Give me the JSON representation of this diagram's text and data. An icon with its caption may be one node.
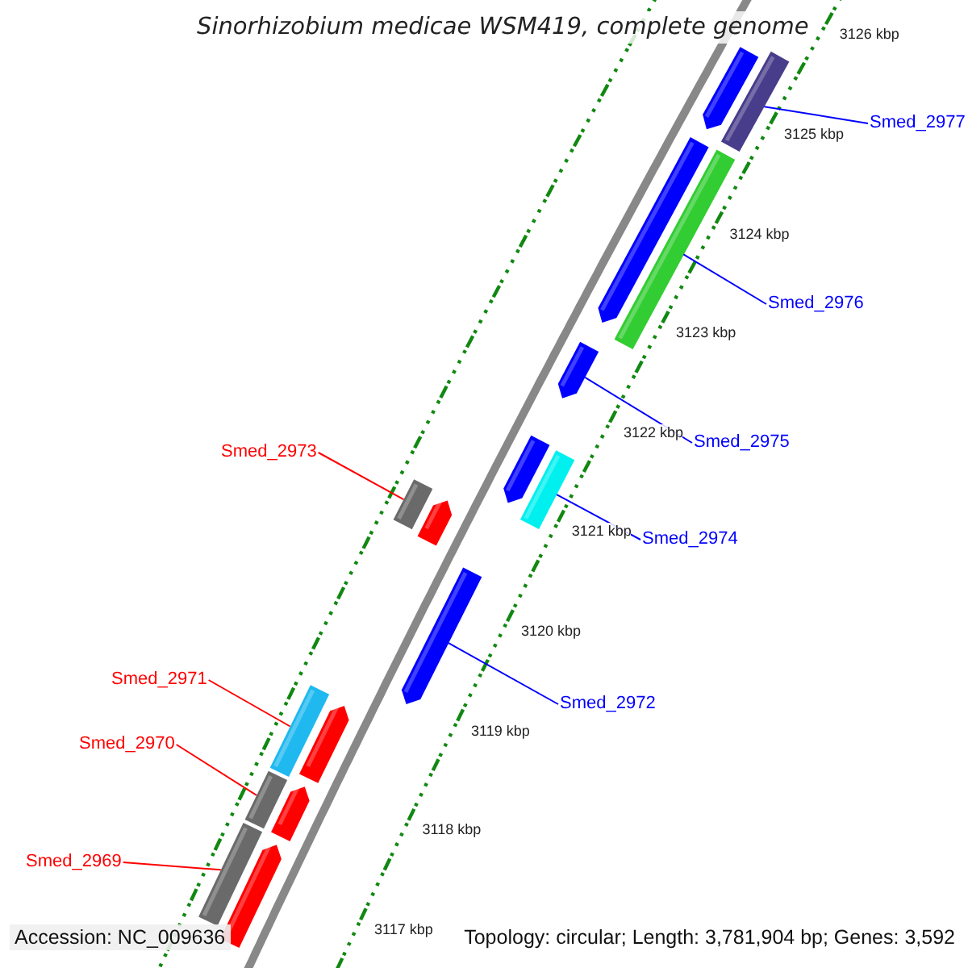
{
  "diagram": {
    "title": "Sinorhizobium medicae WSM419, complete genome",
    "nodes": [
      {
        "text": [
          "Smed_2977"
        ]
      },
      {
        "text": [
          "Smed_2976"
        ]
      },
      {
        "text": [
          "Smed_2975"
        ]
      },
      {
        "text": [
          "Smed_2973"
        ]
      },
      {
        "text": [
          "Smed_2974"
        ]
      },
      {
        "text": [
          "Smed_2971"
        ]
      },
      {
        "text": [
          "Smed_2972"
        ]
      },
      {
        "text": [
          "Smed_2970"
        ]
      },
      {
        "text": [
          "Smed_2969"
        ]
      },
      {
        "text": [],
        "shape": "bar"
      },
      {
        "text": [],
        "shape": "bar"
      },
      {
        "text": [],
        "shape": "bar"
      },
      {
        "text": [],
        "shape": "bar"
      },
      {
        "text": [],
        "shape": "bar"
      },
      {
        "text": [],
        "shape": "bar"
      },
      {
        "text": [],
        "shape": "bar"
      },
      {
        "text": [],
        "shape": "bar"
      },
      {
        "text": [],
        "shape": "bar"
      },
      {
        "text": [],
        "shape": "bar"
      },
      {
        "text": [],
        "shape": "bar"
      },
      {
        "text": [],
        "shape": "bar"
      },
      {
        "text": [],
        "shape": "bar"
      },
      {
        "text": [],
        "shape": "bar"
      },
      {
        "text": [],
        "shape": "bar"
      },
      {
        "text": [],
        "shape": "bar"
      }
    ],
    "edges": [
      {
        "from": 0,
        "to": 10,
        "arrow": "none"
      },
      {
        "from": 1,
        "to": 11,
        "arrow": "none"
      },
      {
        "from": 2,
        "to": 13,
        "arrow": "none"
      },
      {
        "from": 3,
        "to": 16,
        "arrow": "none",
        "color": "#ff0000"
      },
      {
        "from": 4,
        "to": 15,
        "arrow": "none"
      },
      {
        "from": 5,
        "to": 19,
        "arrow": "none",
        "color": "#ff0000"
      },
      {
        "from": 6,
        "to": 18,
        "arrow": "none"
      },
      {
        "from": 7,
        "to": 22,
        "arrow": "none",
        "color": "#ff0000"
      },
      {
        "from": 8,
        "to": 23,
        "arrow": "none",
        "color": "#ff0000"
      }
    ],
    "labels": [
      "3126 kbp",
      "3125 kbp",
      "3124 kbp",
      "3123 kbp",
      "3122 kbp",
      "3121 kbp",
      "3120 kbp",
      "3119 kbp",
      "3118 kbp",
      "3117 kbp",
      "Accession: NC_009636",
      "Topology: circular; Length: 3,781,904 bp; Genes: 3,592"
    ]
  }
}
